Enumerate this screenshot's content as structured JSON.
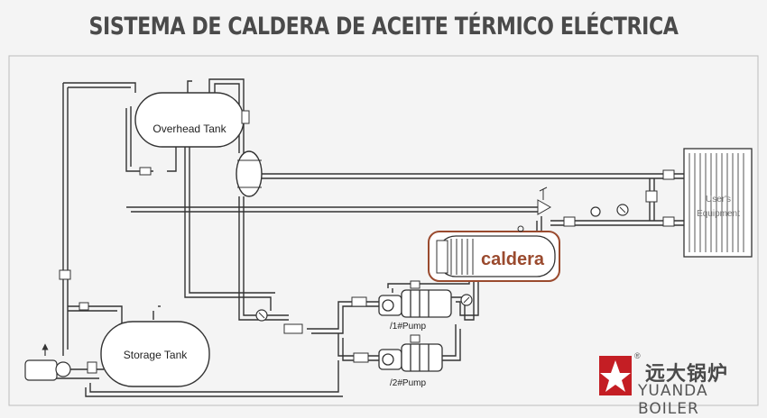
{
  "title": "SISTEMA DE CALDERA DE ACEITE TÉRMICO ELÉCTRICA",
  "labels": {
    "overhead_tank": "Overhead Tank",
    "storage_tank": "Storage Tank",
    "boiler": "caldera",
    "pump1": "/1#Pump",
    "pump2": "/2#Pump",
    "user_equipment_line1": "User's",
    "user_equipment_line2": "Equipment"
  },
  "brand": {
    "chinese": "远大锅炉",
    "english": "YUANDA BOILER",
    "registered": "®"
  },
  "colors": {
    "boiler_highlight": "#9a4a2e",
    "logo_red": "#c41e24",
    "line": "#333333"
  },
  "icons": [
    "gauge-icon",
    "valve-icon",
    "safety-valve-icon",
    "logo-star-icon"
  ]
}
